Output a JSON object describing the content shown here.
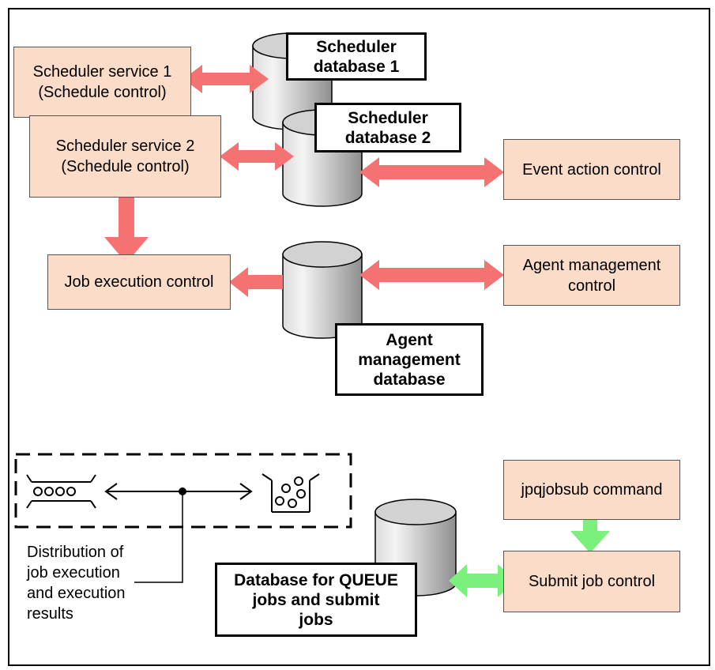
{
  "diagram": {
    "nodes": {
      "scheduler_service_1": "Scheduler service 1\n(Schedule control)",
      "scheduler_service_2": "Scheduler service 2\n(Schedule control)",
      "job_execution_control": "Job execution control",
      "event_action_control": "Event action control",
      "agent_management_control": "Agent management\ncontrol",
      "jpqjobsub_command": "jpqjobsub command",
      "submit_job_control": "Submit job control"
    },
    "databases": {
      "scheduler_db_1": "Scheduler\ndatabase 1",
      "scheduler_db_2": "Scheduler\ndatabase 2",
      "agent_management_db": "Agent\nmanagement\ndatabase",
      "queue_db": "Database for QUEUE\njobs and submit\njobs"
    },
    "legend": {
      "caption": "Distribution of\njob execution\nand execution\nresults"
    }
  },
  "colors": {
    "node_fill": "#fadcc8",
    "red_arrow": "#f47272",
    "green_arrow": "#7cf07c",
    "cylinder_light": "#eeeeee",
    "cylinder_dark": "#9e9e9e"
  }
}
